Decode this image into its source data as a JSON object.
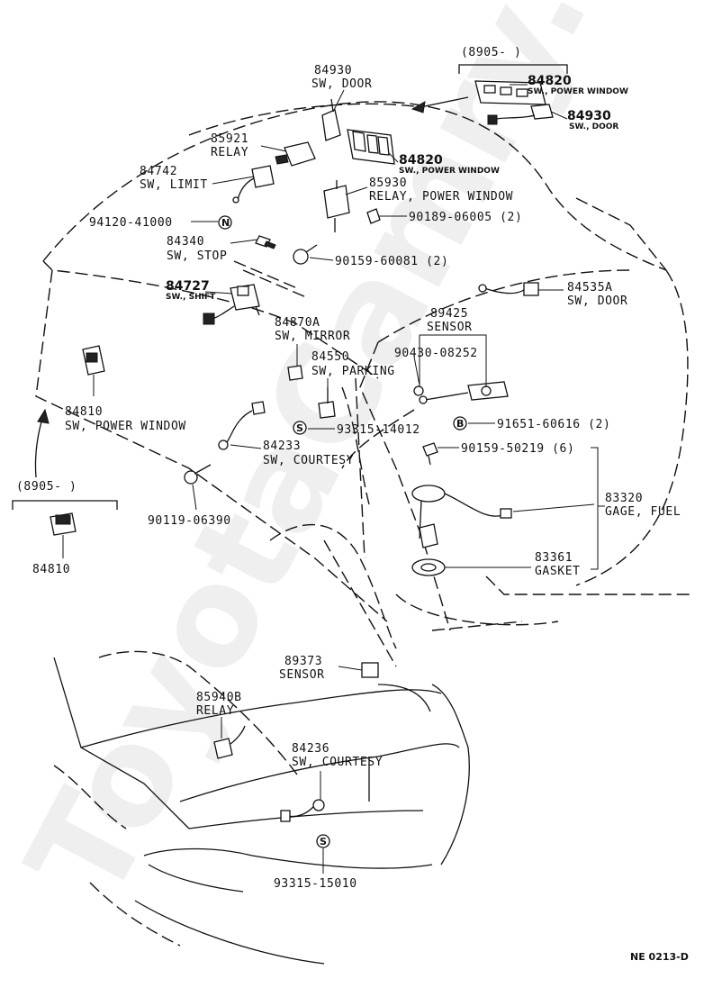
{
  "diagram": {
    "watermark": "ToyotaCamry.ru",
    "ref_code": "NE 0213-D",
    "brackets": [
      {
        "id": "top",
        "label": "(8905-         )"
      },
      {
        "id": "left",
        "label": "(8905-         )"
      }
    ],
    "callouts": {
      "p84930_a_num": "84930",
      "p84930_a_name": "SW, DOOR",
      "p84820_a_num": "84820",
      "p84820_a_name": "SW., POWER WINDOW",
      "p84930_b_num": "84930",
      "p84930_b_name": "SW., DOOR",
      "p85921_num": "85921",
      "p85921_name": "RELAY",
      "p84820_b_num": "84820",
      "p84820_b_name": "SW., POWER WINDOW",
      "p84742_num": "84742",
      "p84742_name": "SW, LIMIT",
      "p85930_num": "85930",
      "p85930_name": "RELAY, POWER WINDOW",
      "p94120": "94120-41000",
      "p90189": "90189-06005 (2)",
      "p84340_num": "84340",
      "p84340_name": "SW, STOP",
      "p90159_a": "90159-60081 (2)",
      "p84727_num": "84727",
      "p84727_name": "SW., SHIFT",
      "p84535A_num": "84535A",
      "p84535A_name": "SW, DOOR",
      "p89425_num": "89425",
      "p89425_name": "SENSOR",
      "p84870A_num": "84870A",
      "p84870A_name": "SW, MIRROR",
      "p90430": "90430-08252",
      "p84550_num": "84550",
      "p84550_name": "SW, PARKING",
      "p84810_a_num": "84810",
      "p84810_a_name": "SW, POWER WINDOW",
      "p93315_a": "93315-14012",
      "p91651": "91651-60616 (2)",
      "p84233_num": "84233",
      "p84233_name": "SW, COURTESY",
      "p90159_b": "90159-50219 (6)",
      "p83320_num": "83320",
      "p83320_name": "GAGE, FUEL",
      "p90119": "90119-06390",
      "p84810_b_num": "84810",
      "p83361_num": "83361",
      "p83361_name": "GASKET",
      "p89373_num": "89373",
      "p89373_name": "SENSOR",
      "p85940B_num": "85940B",
      "p85940B_name": "RELAY",
      "p84236_num": "84236",
      "p84236_name": "SW, COURTESY",
      "p93315_b": "93315-15010"
    },
    "symbols": {
      "N": "N",
      "S": "S",
      "B": "B"
    }
  }
}
